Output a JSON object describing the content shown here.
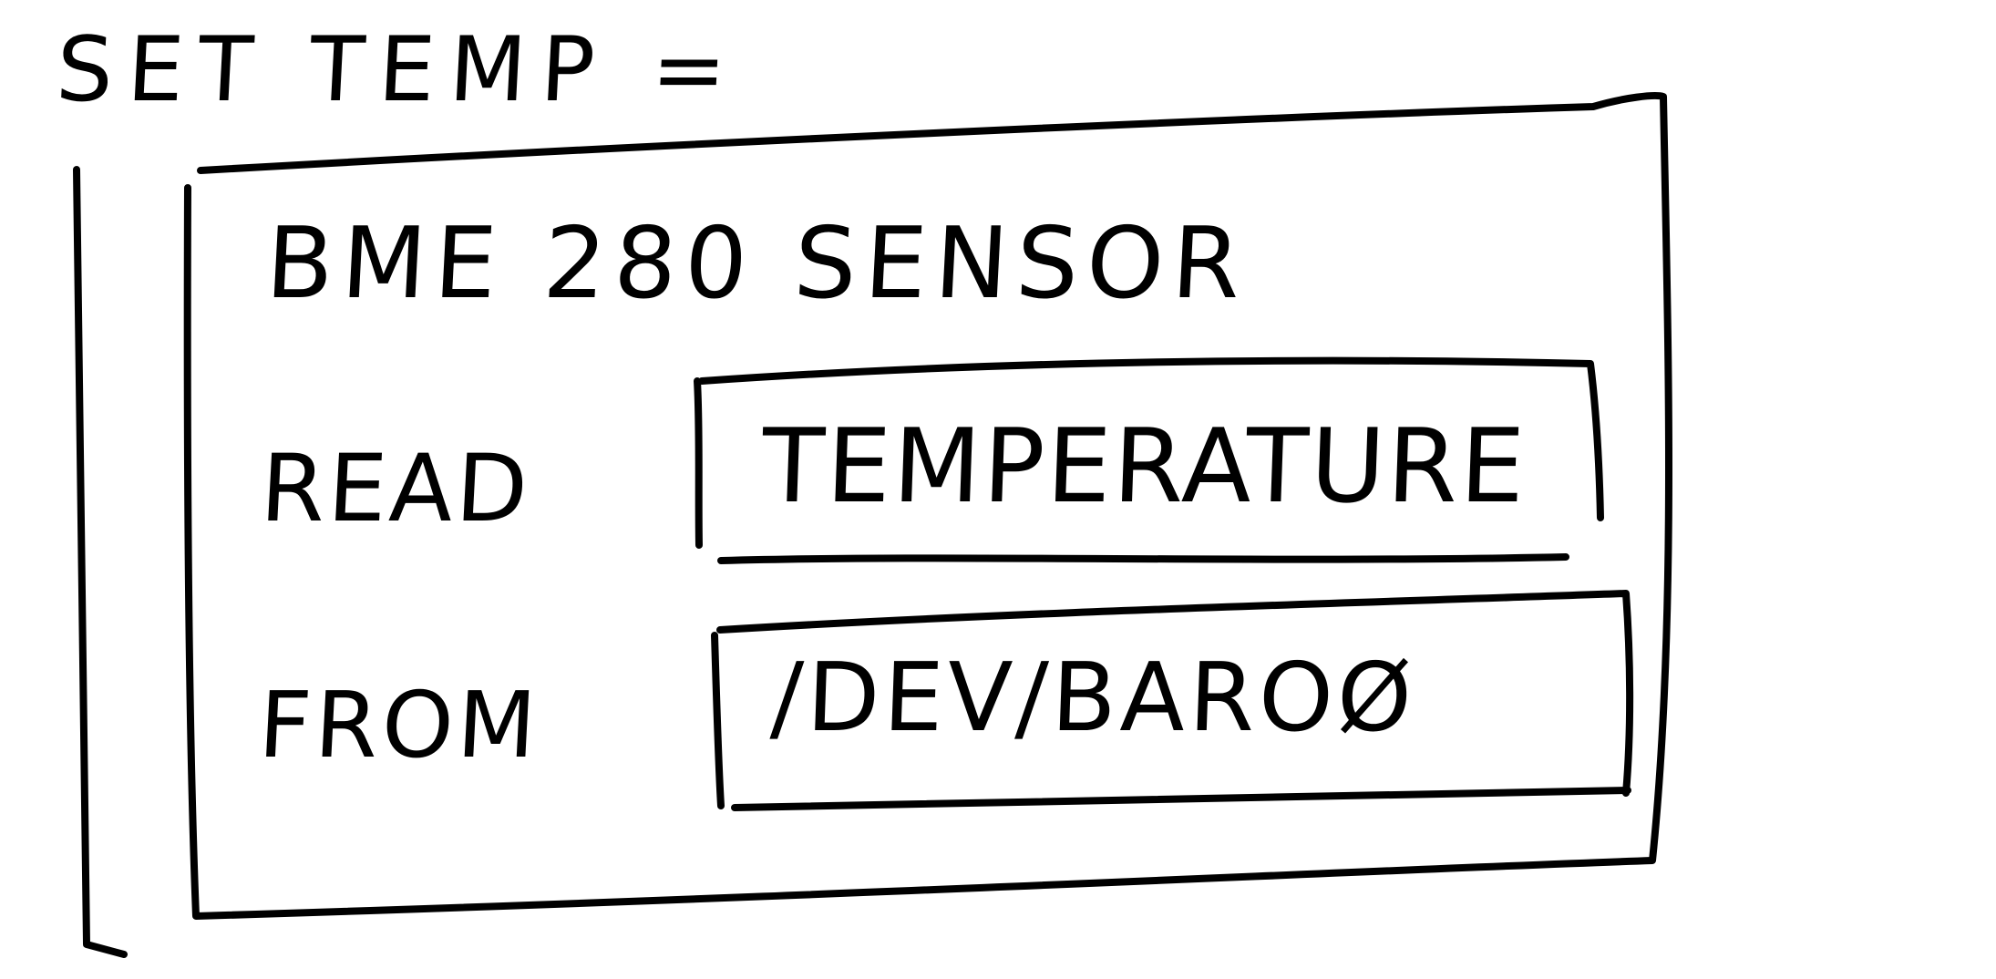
{
  "diagram": {
    "statement_label": "SET TEMP =",
    "block": {
      "title": "BME 280 SENSOR",
      "read_label": "READ",
      "read_value": "TEMPERATURE",
      "from_label": "FROM",
      "from_value": "/DEV/BAROØ"
    }
  }
}
